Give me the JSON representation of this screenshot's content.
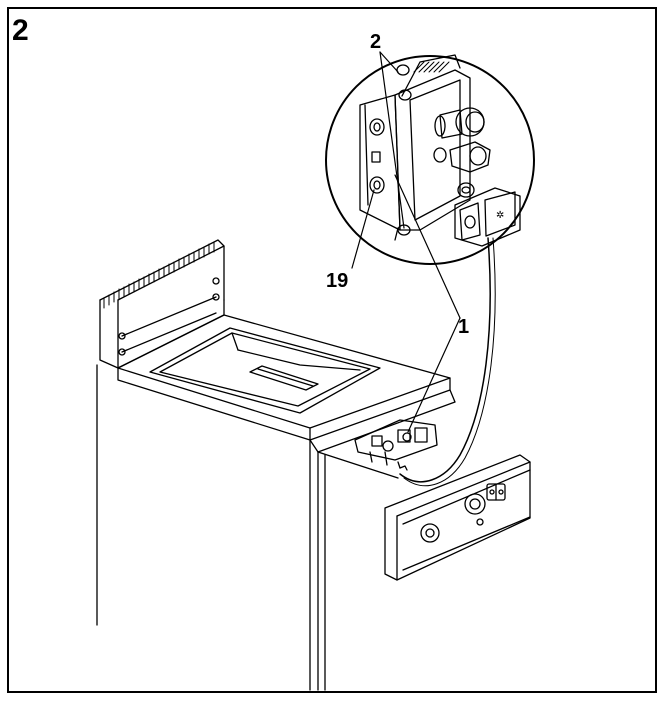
{
  "figure": {
    "number": "2",
    "callouts": {
      "top": "2",
      "left": "19",
      "right": "1"
    }
  }
}
